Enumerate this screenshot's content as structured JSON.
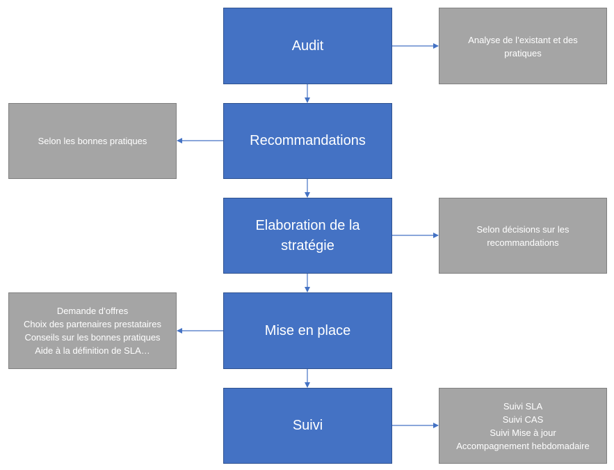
{
  "steps": {
    "audit": "Audit",
    "recommandations": "Recommandations",
    "strategie": [
      "Elaboration de la",
      "stratégie"
    ],
    "mise_en_place": "Mise en place",
    "suivi": "Suivi"
  },
  "notes": {
    "audit": [
      "Analyse de l’existant et des",
      "pratiques"
    ],
    "recommandations": [
      "Selon les bonnes pratiques"
    ],
    "strategie": [
      "Selon décisions sur les",
      "recommandations"
    ],
    "mise_en_place": [
      "Demande d’offres",
      "Choix des partenaires prestataires",
      "Conseils sur les bonnes pratiques",
      "Aide à la définition de SLA…"
    ],
    "suivi": [
      "Suivi SLA",
      "Suivi CAS",
      "Suivi Mise à jour",
      "Accompagnement hebdomadaire"
    ]
  },
  "colors": {
    "step_fill": "#4472c4",
    "note_fill": "#a5a5a5",
    "connector": "#4472c4"
  }
}
